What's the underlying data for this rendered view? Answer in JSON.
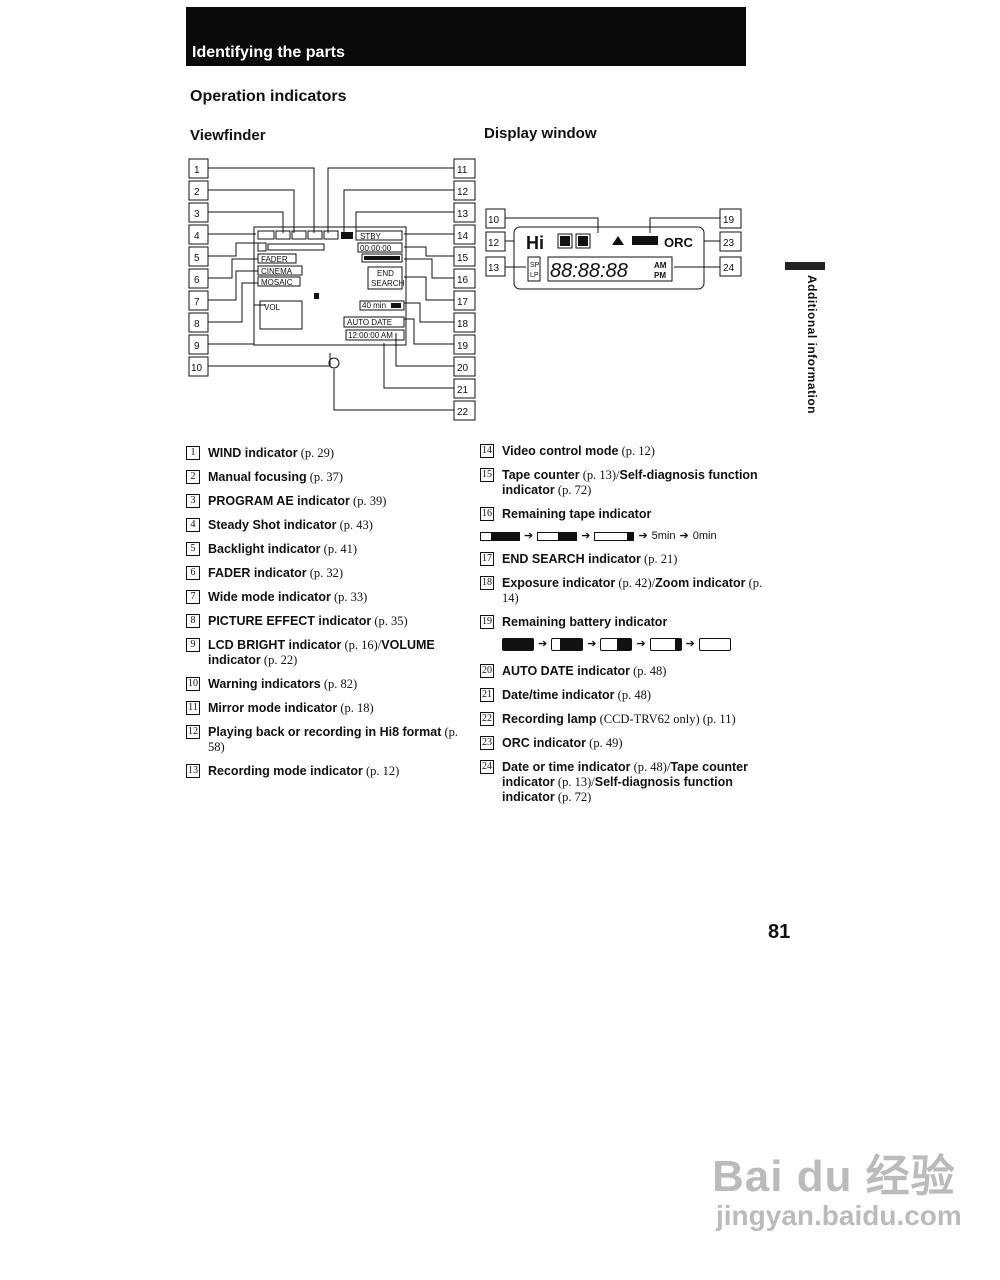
{
  "header": {
    "title": "Identifying the parts"
  },
  "section_title": "Operation indicators",
  "viewfinder_title": "Viewfinder",
  "display_title": "Display window",
  "side_tab": "Additional information",
  "viewfinder_screen": {
    "stby": "STBY",
    "counter": "00:00:00",
    "fader": "FADER",
    "cinema": "CINEMA",
    "mosaic": "MOSAIC",
    "end_search": [
      "END",
      "SEARCH"
    ],
    "vol": "VOL",
    "remain": "40 min",
    "auto_date": "AUTO DATE",
    "time": "12:00:00 AM"
  },
  "display_screen": {
    "hi8": "Hi",
    "orc": "ORC",
    "digits": "88:88:88",
    "sp": "SP",
    "lp": "LP",
    "am": "AM",
    "pm": "PM"
  },
  "left_items": [
    {
      "n": "1",
      "bold": "WIND indicator",
      "rest": " (p. 29)"
    },
    {
      "n": "2",
      "bold": "Manual focusing",
      "rest": " (p. 37)"
    },
    {
      "n": "3",
      "bold": "PROGRAM AE indicator",
      "rest": " (p. 39)"
    },
    {
      "n": "4",
      "bold": "Steady Shot indicator",
      "rest": " (p. 43)"
    },
    {
      "n": "5",
      "bold": "Backlight indicator",
      "rest": " (p. 41)"
    },
    {
      "n": "6",
      "bold": "FADER indicator",
      "rest": " (p. 32)"
    },
    {
      "n": "7",
      "bold": "Wide mode indicator",
      "rest": " (p. 33)"
    },
    {
      "n": "8",
      "bold": "PICTURE EFFECT indicator",
      "rest": " (p. 35)"
    },
    {
      "n": "9",
      "bold": "LCD BRIGHT indicator",
      "rest": " (p. 16)/",
      "bold2": "VOLUME indicator",
      "rest2": " (p. 22)"
    },
    {
      "n": "10",
      "bold": "Warning indicators",
      "rest": " (p. 82)"
    },
    {
      "n": "11",
      "bold": "Mirror mode indicator",
      "rest": " (p. 18)"
    },
    {
      "n": "12",
      "bold": "Playing back or recording in Hi8 format",
      "rest": " (p. 58)"
    },
    {
      "n": "13",
      "bold": "Recording mode indicator",
      "rest": " (p. 12)"
    }
  ],
  "right_items": [
    {
      "n": "14",
      "bold": "Video control mode",
      "rest": " (p. 12)"
    },
    {
      "n": "15",
      "bold": "Tape counter",
      "rest": " (p. 13)/",
      "bold2": "Self-diagnosis function indicator",
      "rest2": " (p. 72)"
    },
    {
      "n": "16",
      "bold": "Remaining tape indicator",
      "rest": ""
    },
    {
      "n": "17",
      "bold": "END SEARCH indicator",
      "rest": " (p. 21)"
    },
    {
      "n": "18",
      "bold": "Exposure indicator",
      "rest": " (p. 42)/",
      "bold2": "Zoom indicator",
      "rest2": " (p. 14)"
    },
    {
      "n": "19",
      "bold": "Remaining battery indicator",
      "rest": ""
    },
    {
      "n": "20",
      "bold": "AUTO DATE indicator",
      "rest": " (p. 48)"
    },
    {
      "n": "21",
      "bold": "Date/time indicator",
      "rest": " (p. 48)"
    },
    {
      "n": "22",
      "bold": "Recording lamp",
      "rest": " (CCD-TRV62 only) (p. 11)"
    },
    {
      "n": "23",
      "bold": "ORC indicator",
      "rest": " (p. 49)"
    },
    {
      "n": "24",
      "bold": "Date or time indicator",
      "rest": " (p. 48)/",
      "bold2": "Tape counter indicator",
      "rest2": " (p. 13)/",
      "bold3": "Self-diagnosis function indicator",
      "rest3": " (p. 72)"
    }
  ],
  "tape_sequence": {
    "t5": "5min",
    "t0": "0min"
  },
  "page_number": "81",
  "watermark": {
    "line1": "Bai du 经验",
    "line2": "jingyan.baidu.com"
  }
}
